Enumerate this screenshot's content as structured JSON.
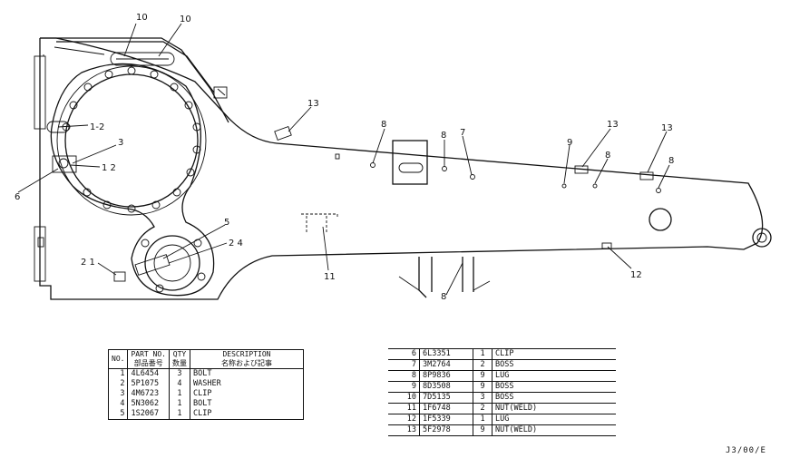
{
  "callouts": [
    "10",
    "10",
    "13",
    "1-2",
    "3",
    "1 2",
    "6",
    "8",
    "8",
    "7",
    "9",
    "13",
    "8",
    "13",
    "8",
    "5",
    "2 4",
    "2 1",
    "11",
    "8",
    "12"
  ],
  "parts_table_left": {
    "headers": {
      "no": "NO.",
      "part_no_en": "PART NO.",
      "part_no_jp": "部品番号",
      "qty_en": "QTY",
      "qty_jp": "数量",
      "desc_en": "DESCRIPTION",
      "desc_jp": "名称および記事"
    },
    "rows": [
      {
        "no": "1",
        "part_no": "4L6454",
        "qty": "3",
        "description": "BOLT"
      },
      {
        "no": "2",
        "part_no": "5P1075",
        "qty": "4",
        "description": "WASHER"
      },
      {
        "no": "3",
        "part_no": "4M6723",
        "qty": "1",
        "description": "CLIP"
      },
      {
        "no": "4",
        "part_no": "5N3062",
        "qty": "1",
        "description": "BOLT"
      },
      {
        "no": "5",
        "part_no": "1S2067",
        "qty": "1",
        "description": "CLIP"
      }
    ]
  },
  "parts_table_right": {
    "rows": [
      {
        "no": "6",
        "part_no": "6L3351",
        "qty": "1",
        "description": "CLIP"
      },
      {
        "no": "7",
        "part_no": "3M2764",
        "qty": "2",
        "description": "BOSS"
      },
      {
        "no": "8",
        "part_no": "8P9836",
        "qty": "9",
        "description": "LUG"
      },
      {
        "no": "9",
        "part_no": "8D3508",
        "qty": "9",
        "description": "BOSS"
      },
      {
        "no": "10",
        "part_no": "7D5135",
        "qty": "3",
        "description": "BOSS"
      },
      {
        "no": "11",
        "part_no": "1F6748",
        "qty": "2",
        "description": "NUT(WELD)"
      },
      {
        "no": "12",
        "part_no": "1F5339",
        "qty": "1",
        "description": "LUG"
      },
      {
        "no": "13",
        "part_no": "5F2978",
        "qty": "9",
        "description": "NUT(WELD)"
      }
    ]
  },
  "doc_code": "J3/00/E"
}
